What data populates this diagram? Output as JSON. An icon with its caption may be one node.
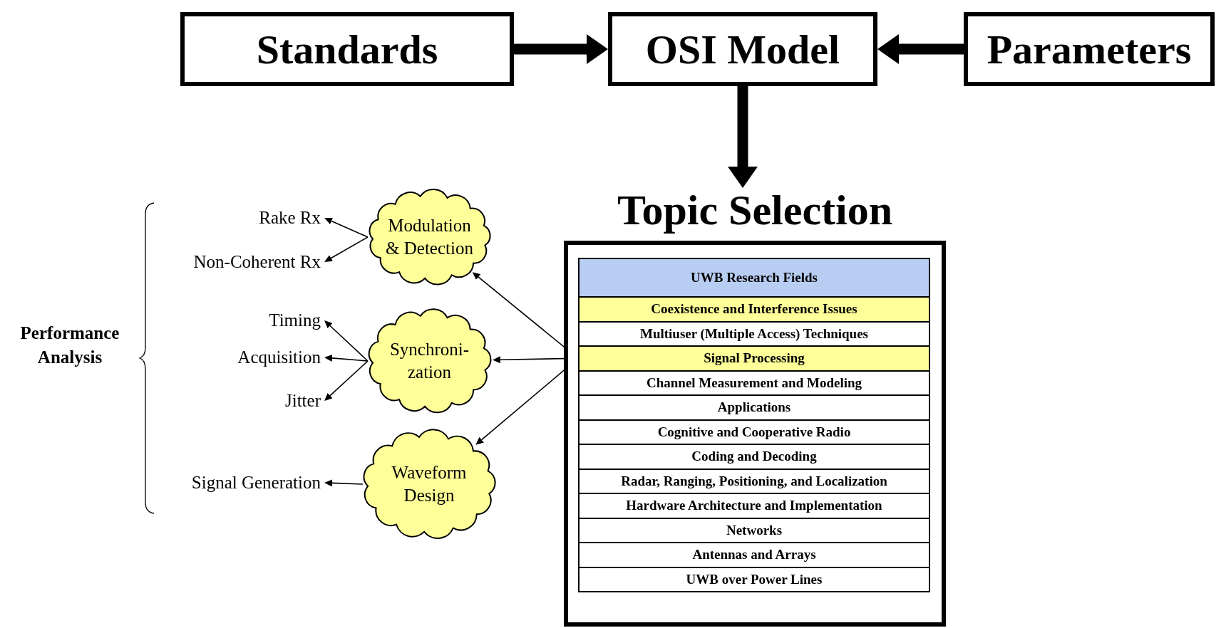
{
  "diagram": {
    "nodes": [
      {
        "text": [
          "Standards"
        ]
      },
      {
        "text": [
          "OSI Model"
        ]
      },
      {
        "text": [
          "Parameters"
        ]
      },
      {
        "text": [
          "Topic Selection"
        ]
      },
      {
        "text": [
          "UWB Research Fields"
        ],
        "in": 3
      },
      {
        "text": [
          "Coexistence and Interference Issues"
        ],
        "in": 3
      },
      {
        "text": [
          "Multiuser (Multiple Access) Techniques"
        ],
        "in": 3
      },
      {
        "text": [
          "Signal Processing"
        ],
        "in": 3
      },
      {
        "text": [
          "Channel Measurement and Modeling"
        ],
        "in": 3
      },
      {
        "text": [
          "Applications"
        ],
        "in": 3
      },
      {
        "text": [
          "Cognitive and Cooperative Radio"
        ],
        "in": 3
      },
      {
        "text": [
          "Coding and Decoding"
        ],
        "in": 3
      },
      {
        "text": [
          "Radar, Ranging, Positioning, and Localization"
        ],
        "in": 3
      },
      {
        "text": [
          "Hardware Architecture and Implementation"
        ],
        "in": 3
      },
      {
        "text": [
          "Networks"
        ],
        "in": 3
      },
      {
        "text": [
          "Antennas and Arrays"
        ],
        "in": 3
      },
      {
        "text": [
          "UWB over Power Lines"
        ],
        "in": 3
      },
      {
        "text": [
          "Modulation & Detection"
        ]
      },
      {
        "text": [
          "Synchroni-zation"
        ]
      },
      {
        "text": [
          "Waveform Design"
        ]
      },
      {
        "text": [
          "Rake Rx"
        ]
      },
      {
        "text": [
          "Non-Coherent Rx"
        ]
      },
      {
        "text": [
          "Timing"
        ]
      },
      {
        "text": [
          "Acquisition"
        ]
      },
      {
        "text": [
          "Jitter"
        ]
      },
      {
        "text": [
          "Signal Generation"
        ]
      }
    ],
    "edges": [
      {
        "from": 0,
        "to": 1,
        "arrow": "to",
        "style": "thick"
      },
      {
        "from": 2,
        "to": 1,
        "arrow": "to",
        "style": "thick"
      },
      {
        "from": 1,
        "to": 3,
        "arrow": "to",
        "style": "thick"
      },
      {
        "from": 7,
        "to": 17,
        "arrow": "to"
      },
      {
        "from": 7,
        "to": 18,
        "arrow": "to"
      },
      {
        "from": 7,
        "to": 19,
        "arrow": "to"
      },
      {
        "from": 17,
        "to": 20,
        "arrow": "to"
      },
      {
        "from": 17,
        "to": 21,
        "arrow": "to"
      },
      {
        "from": 18,
        "to": 22,
        "arrow": "to"
      },
      {
        "from": 18,
        "to": 23,
        "arrow": "to"
      },
      {
        "from": 18,
        "to": 24,
        "arrow": "to"
      },
      {
        "from": 19,
        "to": 25,
        "arrow": "to"
      }
    ],
    "labels": [
      "Performance Analysis"
    ]
  }
}
